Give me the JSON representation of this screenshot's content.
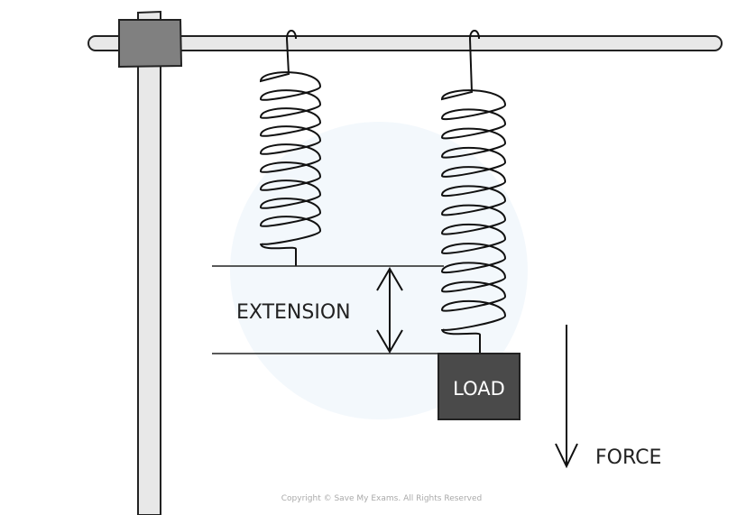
{
  "labels": {
    "extension": "EXTENSION",
    "load": "LOAD",
    "force": "FORCE",
    "copyright": "Copyright © Save My Exams. All Rights Reserved"
  },
  "colors": {
    "rod": "#e8e8e8",
    "clamp": "#808080",
    "load": "#4a4a4a",
    "outline": "#222222"
  },
  "springs": [
    {
      "name": "unloaded",
      "coils": 9
    },
    {
      "name": "loaded",
      "coils": 12
    }
  ]
}
